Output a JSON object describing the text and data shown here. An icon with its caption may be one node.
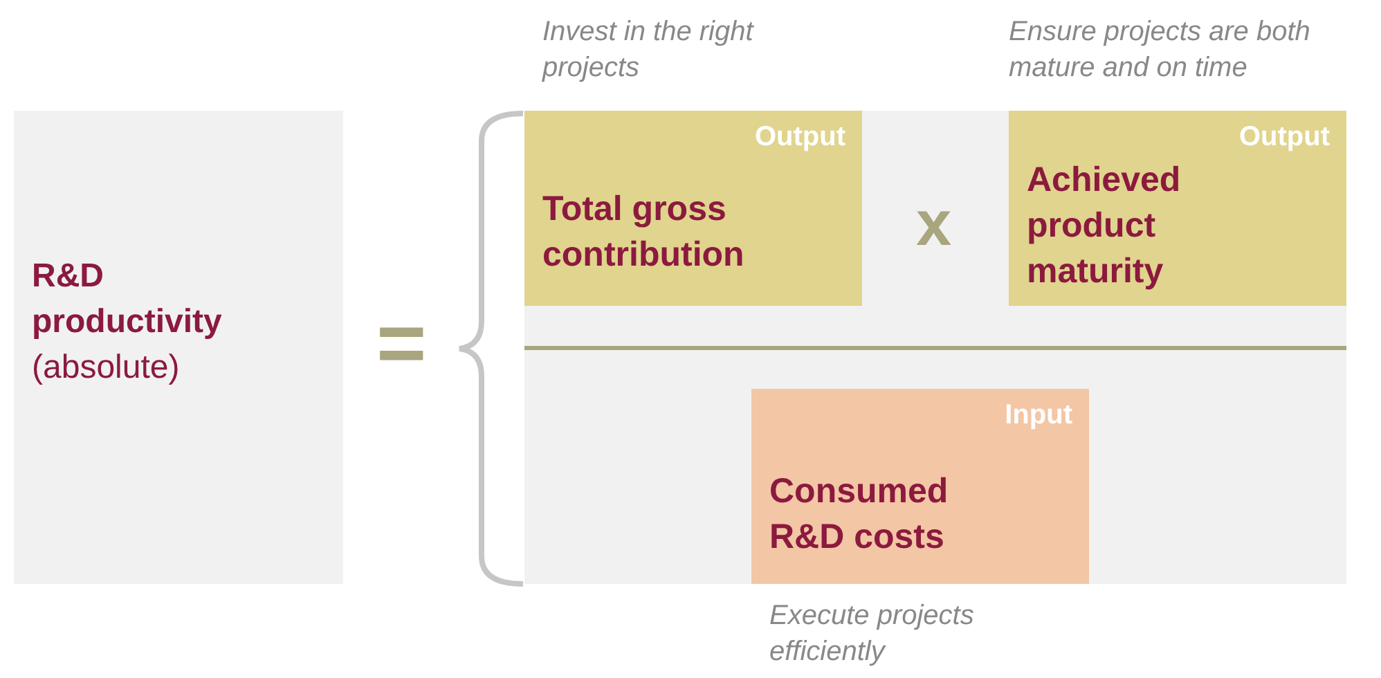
{
  "diagram": {
    "nodes": [
      {
        "text": [
          "R&D productivity",
          "(absolute)"
        ]
      },
      {
        "text": [],
        "shape": "box"
      },
      {
        "text": [
          "Output",
          "Total gross contribution"
        ],
        "in": 1,
        "beside": [
          "Invest in the right projects"
        ]
      },
      {
        "text": [
          "Output",
          "Achieved product maturity"
        ],
        "in": 1,
        "beside": [
          "Ensure projects are both mature and on time"
        ]
      },
      {
        "text": [
          "Input",
          "Consumed R&D costs"
        ],
        "in": 1,
        "beside": [
          "Execute projects efficiently"
        ]
      }
    ],
    "edges": [],
    "labels": [
      "=",
      "x"
    ]
  }
}
